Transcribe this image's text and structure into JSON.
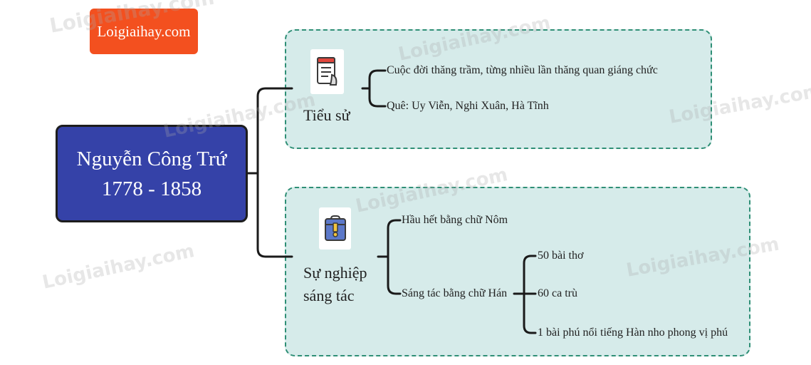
{
  "logo": "Loigiaihay.com",
  "center": {
    "name": "Nguyễn Công Trứ",
    "years": "1778 - 1858"
  },
  "branches": [
    {
      "title": "Tiểu sử",
      "icon": "document-icon",
      "items": [
        "Cuộc đời thăng trầm, từng nhiều lần thăng quan giáng chức",
        "Quê: Uy Viễn, Nghi Xuân, Hà Tĩnh"
      ]
    },
    {
      "title_line1": "Sự nghiệp",
      "title_line2": "sáng tác",
      "icon": "briefcase-icon",
      "items": [
        {
          "label": "Hầu hết bằng chữ Nôm"
        },
        {
          "label": "Sáng tác bằng chữ Hán",
          "children": [
            "50 bài thơ",
            "60 ca trù",
            "1 bài phú nổi tiếng Hàn nho phong vị phú"
          ]
        }
      ]
    }
  ],
  "watermarks": [
    "Loigiaihay.com",
    "Loigiaihay.com",
    "Loigiaihay.com",
    "Loigiaihay.com",
    "Loigiaihay.com",
    "Loigiaihay.com",
    "Loigiaihay.com"
  ],
  "colors": {
    "center_fill": "#3542a8",
    "panel_fill": "#d6ebea",
    "panel_border": "#2f8f76",
    "logo_fill": "#f3501f"
  }
}
